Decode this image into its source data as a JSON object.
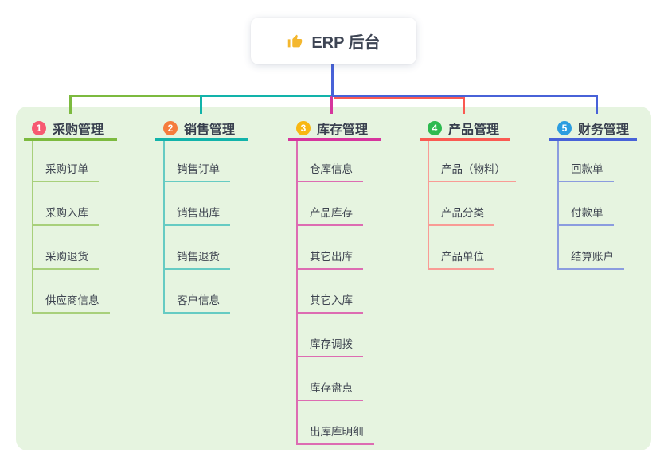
{
  "root": {
    "title": "ERP 后台",
    "icon": "thumbs-up"
  },
  "panel_color": "#e6f4e0",
  "connector_color": "#4862d8",
  "text_colors": {
    "root": "#3e4554",
    "branch_title": "#383f4e",
    "child": "#3e4450"
  },
  "icon_colors": {
    "thumbs_up": "#f4b72e"
  },
  "branches": [
    {
      "badge": "1",
      "title": "采购管理",
      "color": "#7cba3f",
      "light_color": "#a8d07b",
      "badge_color": "#f75971",
      "children": [
        "采购订单",
        "采购入库",
        "采购退货",
        "供应商信息"
      ]
    },
    {
      "badge": "2",
      "title": "销售管理",
      "color": "#12b3aa",
      "light_color": "#66cbc3",
      "badge_color": "#f57c3d",
      "children": [
        "销售订单",
        "销售出库",
        "销售退货",
        "客户信息"
      ]
    },
    {
      "badge": "3",
      "title": "库存管理",
      "color": "#d6359d",
      "light_color": "#dd6cb2",
      "badge_color": "#f8b712",
      "children": [
        "仓库信息",
        "产品库存",
        "其它出库",
        "其它入库",
        "库存调拨",
        "库存盘点",
        "出库库明细"
      ]
    },
    {
      "badge": "4",
      "title": "产品管理",
      "color": "#fa5a52",
      "light_color": "#f99b95",
      "badge_color": "#2eba50",
      "children": [
        "产品（物料）",
        "产品分类",
        "产品单位"
      ]
    },
    {
      "badge": "5",
      "title": "财务管理",
      "color": "#4862d8",
      "light_color": "#8b9cdf",
      "badge_color": "#2b9de0",
      "children": [
        "回款单",
        "付款单",
        "结算账户"
      ]
    }
  ]
}
